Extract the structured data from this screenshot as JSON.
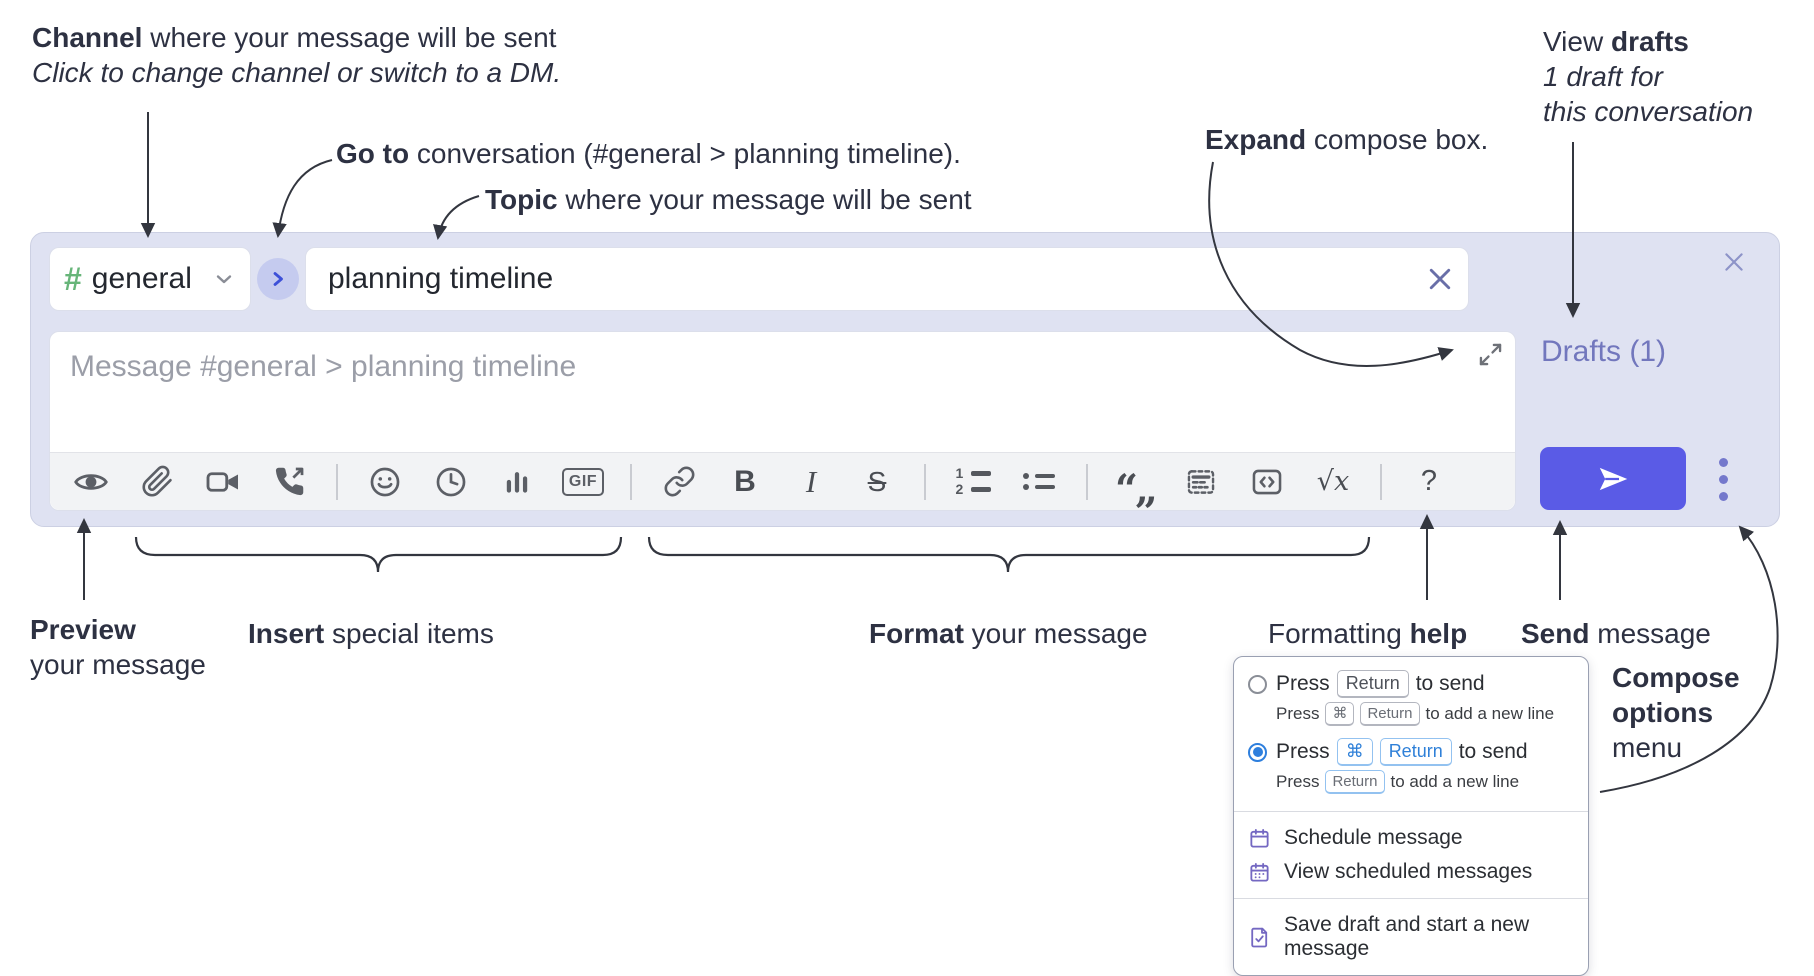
{
  "annotations": {
    "channel": {
      "bold": "Channel",
      "rest": " where your message will be sent",
      "line2": "Click to change channel or switch to a DM."
    },
    "goto": {
      "bold": "Go to",
      "rest": " conversation (#general > planning timeline)."
    },
    "topic": {
      "bold": "Topic",
      "rest": " where your message will be sent"
    },
    "expand": {
      "bold": "Expand",
      "rest": " compose box."
    },
    "view_drafts": {
      "pre": "View ",
      "bold": "drafts",
      "line2": "1 draft for",
      "line3": "this conversation"
    },
    "preview": {
      "bold": "Preview",
      "line2": "your message"
    },
    "insert": {
      "bold": "Insert",
      "rest": " special items"
    },
    "format": {
      "bold": "Format",
      "rest": " your message"
    },
    "formatting_help": {
      "pre": "Formatting ",
      "bold": "help"
    },
    "send": {
      "bold": "Send",
      "rest": " message"
    },
    "compose_options": {
      "bold1": "Compose",
      "bold2": "options",
      "line3": "menu"
    }
  },
  "compose": {
    "channel_selector": {
      "hash": "#",
      "label": "general"
    },
    "topic_input": {
      "value": "planning timeline"
    },
    "message_input": {
      "placeholder": "Message #general > planning timeline"
    },
    "drafts_link": "Drafts (1)",
    "toolbar": {
      "gif": "GIF",
      "bold": "B",
      "italic": "I",
      "strike": "S",
      "ol1": "1",
      "ol2": "2",
      "quote": "“„",
      "math_root": "√",
      "math_x": "x",
      "help": "?"
    }
  },
  "menu": {
    "option1": {
      "segments": [
        {
          "t": "text",
          "v": "Press"
        },
        {
          "t": "kbd",
          "v": "Return"
        },
        {
          "t": "text",
          "v": "to send"
        }
      ],
      "sub": [
        {
          "t": "text",
          "v": "Press"
        },
        {
          "t": "kbd",
          "v": "⌘"
        },
        {
          "t": "kbd",
          "v": "Return"
        },
        {
          "t": "text",
          "v": "to add a new line"
        }
      ]
    },
    "option2": {
      "segments": [
        {
          "t": "text",
          "v": "Press"
        },
        {
          "t": "kbdblue",
          "v": "⌘"
        },
        {
          "t": "kbdblue",
          "v": "Return"
        },
        {
          "t": "text",
          "v": "to send"
        }
      ],
      "sub": [
        {
          "t": "text",
          "v": "Press"
        },
        {
          "t": "kbdblue",
          "v": "Return"
        },
        {
          "t": "text",
          "v": "to add a new line"
        }
      ]
    },
    "schedule_items": [
      {
        "name": "schedule-message",
        "icon": "calendar",
        "label": "Schedule message"
      },
      {
        "name": "view-scheduled-messages",
        "icon": "calendar-dots",
        "label": "View scheduled messages"
      }
    ],
    "draft_items": [
      {
        "name": "save-draft-new-message",
        "icon": "save-draft",
        "label": "Save draft and start a new message"
      }
    ]
  },
  "colors": {
    "panel_bg": "#dfe2f2",
    "send_button": "#5a5be6",
    "drafts_link": "#7277bd",
    "channel_hash_green": "#67b579",
    "kbd_blue": "#2f80d8",
    "menu_icon_purple": "#7468c2",
    "annotation_text": "#2d3142",
    "toolbar_icon": "#5c5f66"
  }
}
